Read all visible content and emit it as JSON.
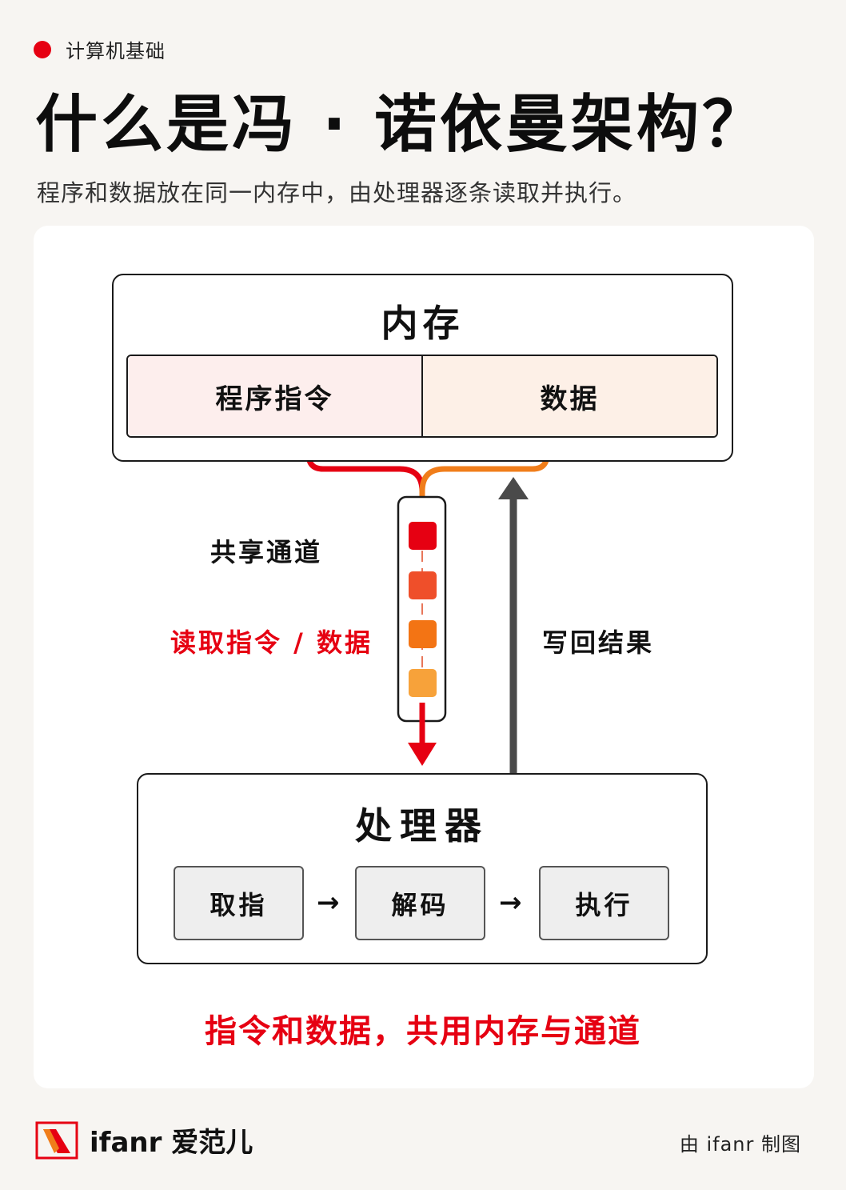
{
  "header": {
    "category": "计算机基础",
    "title": "什么是冯 · 诺依曼架构？",
    "subtitle": "程序和数据放在同一内存中，由处理器逐条读取并执行。"
  },
  "memory": {
    "title": "内存",
    "program_label": "程序指令",
    "data_label": "数据"
  },
  "bus": {
    "shared_label": "共享通道",
    "read_label": "读取指令 / 数据",
    "write_label": "写回结果"
  },
  "processor": {
    "title": "处理器",
    "stages": [
      "取指",
      "解码",
      "执行"
    ]
  },
  "summary": "指令和数据，共用内存与通道",
  "footer": {
    "brand": "ifanr 爱范儿",
    "credit": "由 ifanr 制图"
  },
  "colors": {
    "accent_red": "#e60012",
    "orange": "#f07d1a",
    "write_arrow": "#4a4a4a"
  },
  "icons": {
    "category_marker": "red-dot-icon",
    "logo": "ifanr-logo-icon",
    "stage_arrow": "right-arrow-icon"
  }
}
